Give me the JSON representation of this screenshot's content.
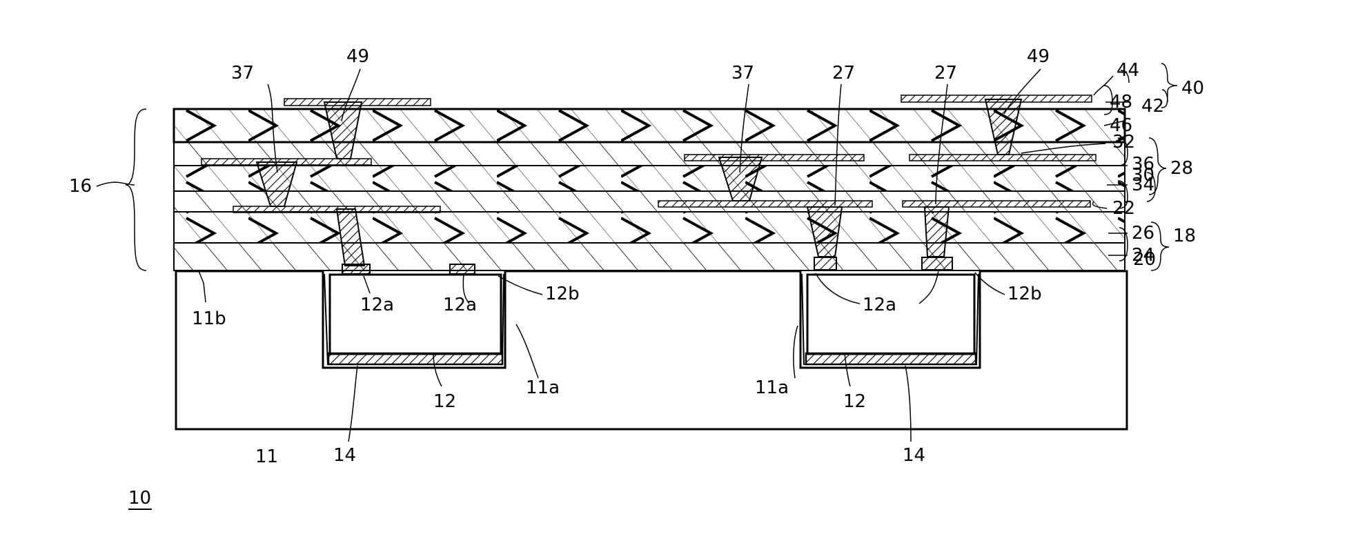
{
  "figure_number": "10",
  "labels": {
    "l37a": "37",
    "l49a": "49",
    "l37b": "37",
    "l27a": "27",
    "l27b": "27",
    "l49b": "49",
    "l44": "44",
    "l48": "48",
    "l42": "42",
    "l40": "40",
    "l46": "46",
    "l32": "32",
    "l28": "28",
    "l36": "36",
    "l30": "30",
    "l34": "34",
    "l22": "22",
    "l26": "26",
    "l18": "18",
    "l24": "24",
    "l20": "20",
    "l16": "16",
    "l11b": "11b",
    "l12a_1": "12a",
    "l12a_2": "12a",
    "l12b_1": "12b",
    "l12a_3": "12a",
    "l12b_2": "12b",
    "l11a_1": "11a",
    "l11a_2": "11a",
    "l12_1": "12",
    "l12_2": "12",
    "l14_1": "14",
    "l14_2": "14",
    "l11": "11"
  }
}
